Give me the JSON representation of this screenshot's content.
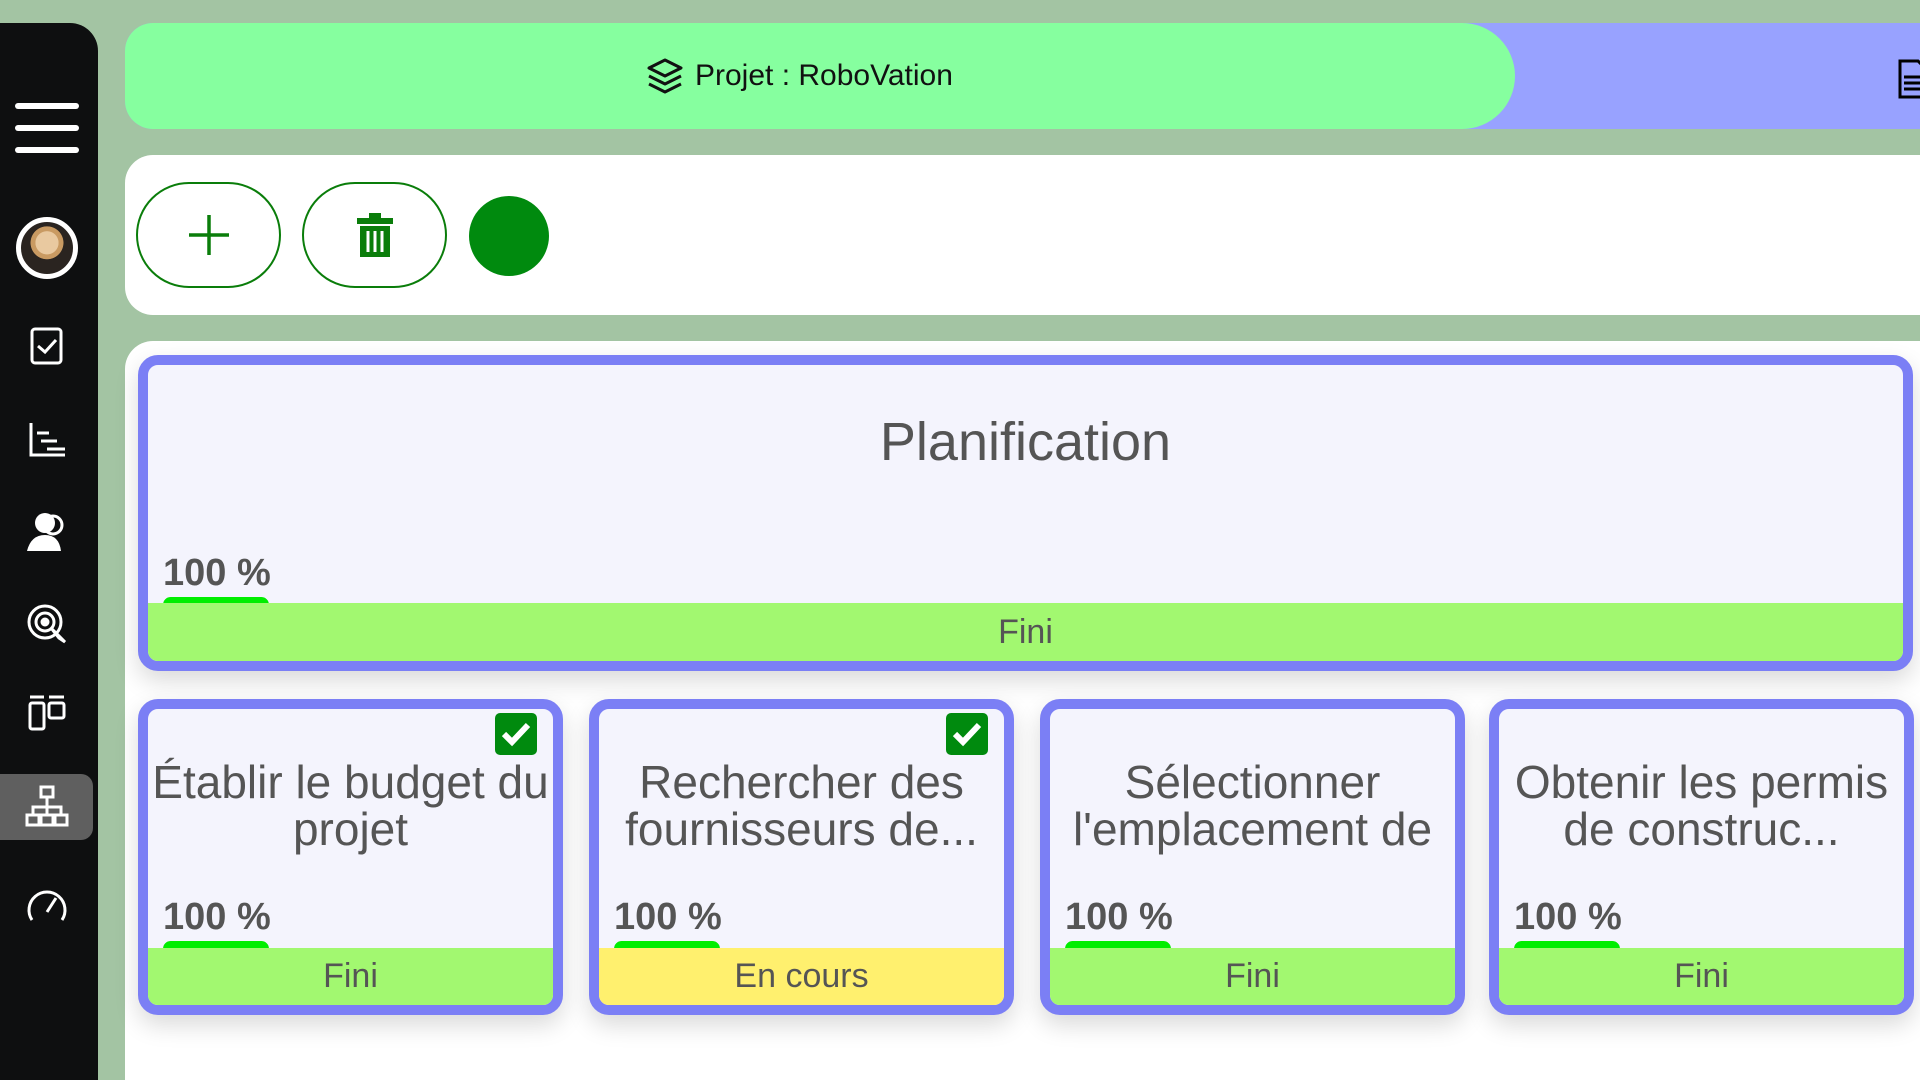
{
  "header": {
    "title": "Projet : RoboVation"
  },
  "colors": {
    "done": "#a2f870",
    "in_progress": "#fff06e",
    "card_border": "#7b7ff5",
    "progress": "#00ee00"
  },
  "parent_task": {
    "title": "Planification",
    "progress_label": "100 %",
    "progress": 100,
    "status": "Fini"
  },
  "tasks": [
    {
      "title": "Établir le budget du projet",
      "progress_label": "100 %",
      "progress": 100,
      "status": "Fini",
      "checked": true
    },
    {
      "title": "Rechercher des fournisseurs de...",
      "progress_label": "100 %",
      "progress": 100,
      "status": "En cours",
      "checked": true
    },
    {
      "title": "Sélectionner l'emplacement de",
      "progress_label": "100 %",
      "progress": 100,
      "status": "Fini",
      "checked": false
    },
    {
      "title": "Obtenir les permis de construc...",
      "progress_label": "100 %",
      "progress": 100,
      "status": "Fini",
      "checked": false
    }
  ]
}
